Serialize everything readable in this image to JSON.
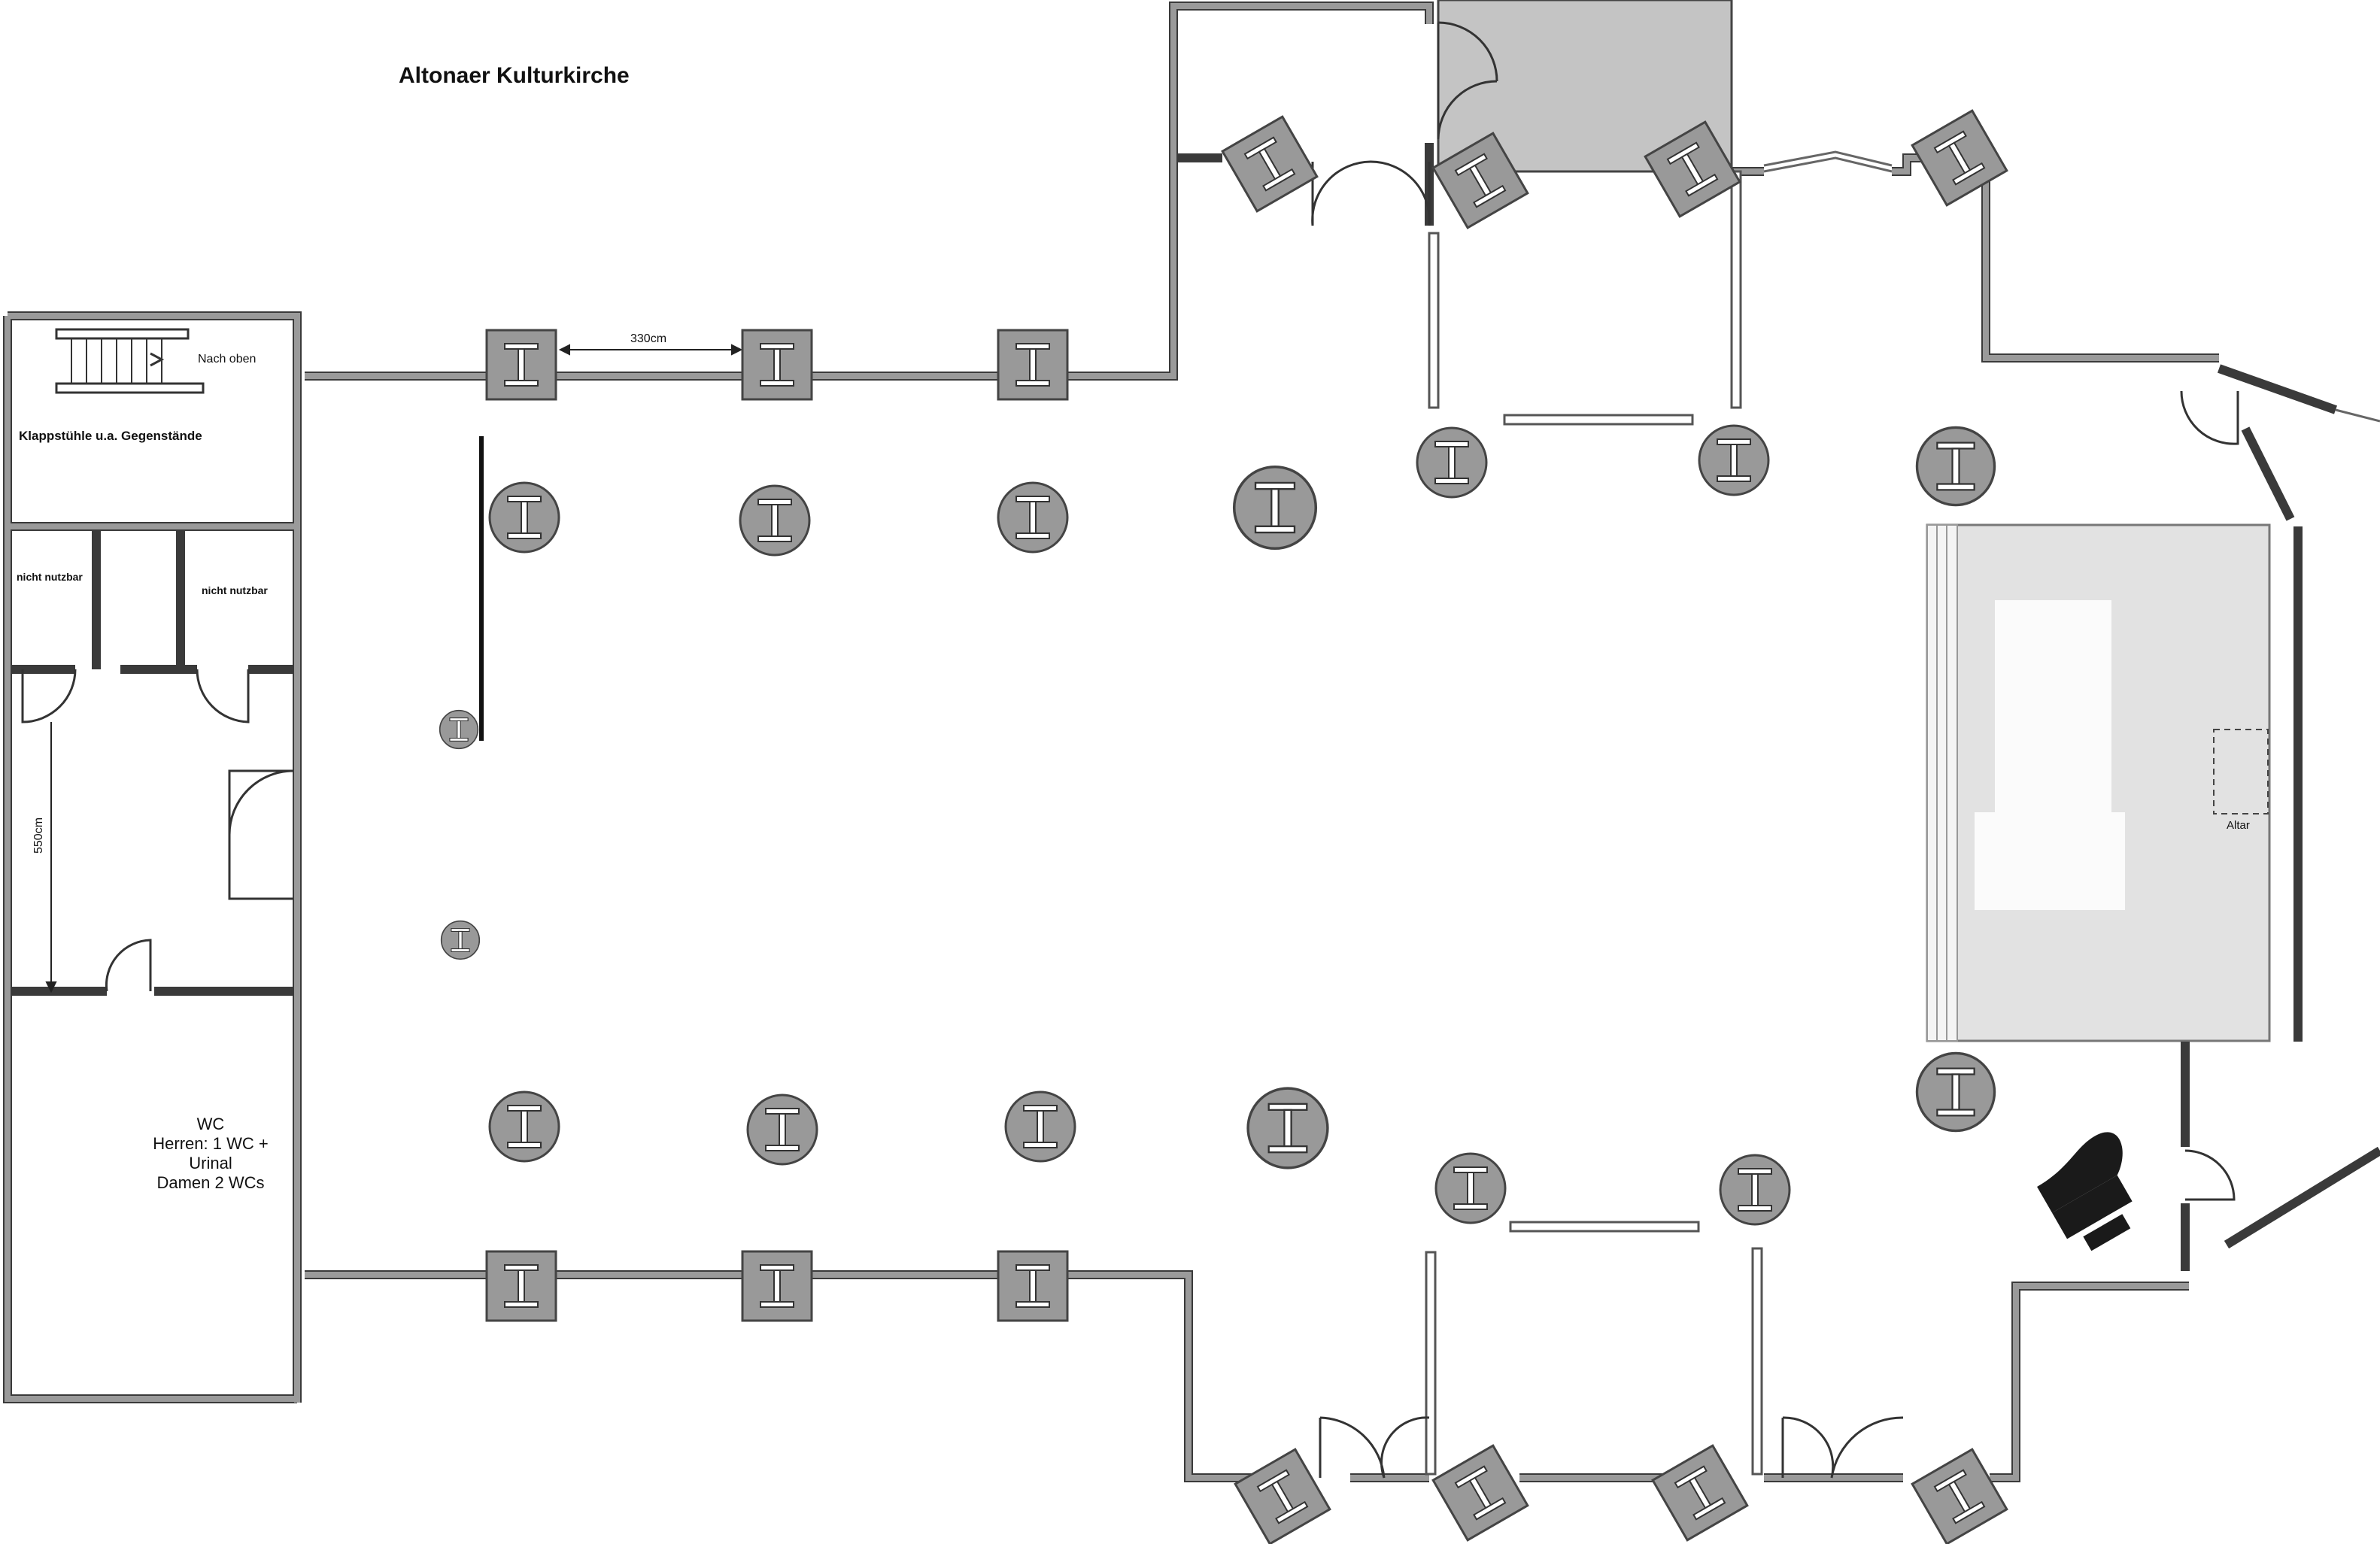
{
  "title": "Altonaer Kulturkirche",
  "labels": {
    "stairs": "Nach oben",
    "storage": "Klappstühle u.a. Gegenstände",
    "unusable_left": "nicht nutzbar",
    "unusable_right": "nicht nutzbar",
    "altar": "Altar"
  },
  "dimensions": {
    "pillar_spacing": "330cm",
    "corridor_length": "550cm"
  },
  "wc": {
    "line1": "WC",
    "line2": "Herren: 1 WC +",
    "line3": "Urinal",
    "line4": "Damen 2 WCs"
  },
  "colors": {
    "wall": "#8c8c8c",
    "wall_outline": "#3a3a3a",
    "pillar": "#9a9a9a",
    "stage": "#e0e0e0",
    "shaded_room": "#c4c4c4",
    "piano": "#1a1a1a"
  },
  "icons": {
    "square_pillar": "i-beam-square-icon",
    "round_pillar": "i-beam-round-icon",
    "piano": "grand-piano-icon",
    "door": "door-swing-icon"
  }
}
